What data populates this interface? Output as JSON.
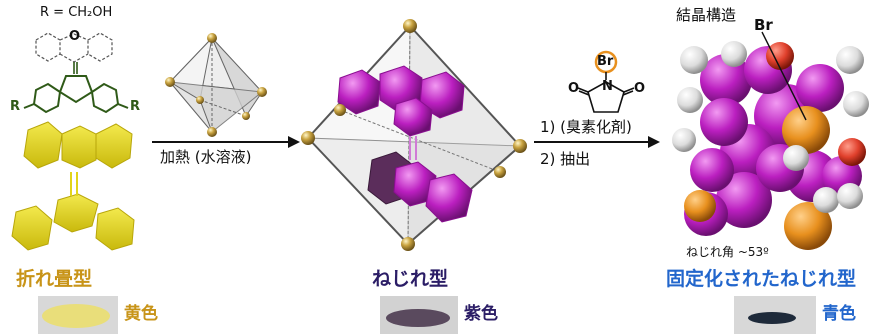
{
  "top_formula": "R = CH₂OH",
  "atom_o": "O",
  "atom_r_left": "R",
  "atom_r_right": "R",
  "atom_br_reagent": "Br",
  "atom_n": "N",
  "atom_o_left": "O",
  "atom_o_right": "O",
  "arrow1_label": "加熱 (水溶液)",
  "arrow2_step1": "1) (臭素化剤)",
  "arrow2_step2": "2) 抽出",
  "crystal_label": "結晶構造",
  "crystal_br": "Br",
  "twist_angle": "ねじれ角 ~53º",
  "states": [
    {
      "title": "折れ畳型",
      "title_color": "#c89418",
      "color_name": "黄色",
      "color_name_color": "#c89418",
      "swatch": "#e9de7a"
    },
    {
      "title": "ねじれ型",
      "title_color": "#2b1d66",
      "color_name": "紫色",
      "color_name_color": "#2b1d66",
      "swatch": "#5a4a5e"
    },
    {
      "title": "固定化されたねじれ型",
      "title_color": "#2266cc",
      "color_name": "青色",
      "color_name_color": "#2266cc",
      "swatch": "#1e2a3a"
    }
  ],
  "colors": {
    "yellow": "#e2d419",
    "magenta": "#c21fc7",
    "dark_purple": "#5b2d5b",
    "gold": "#c9a340",
    "orange": "#e8901e",
    "dark_green": "#2f5a18"
  }
}
